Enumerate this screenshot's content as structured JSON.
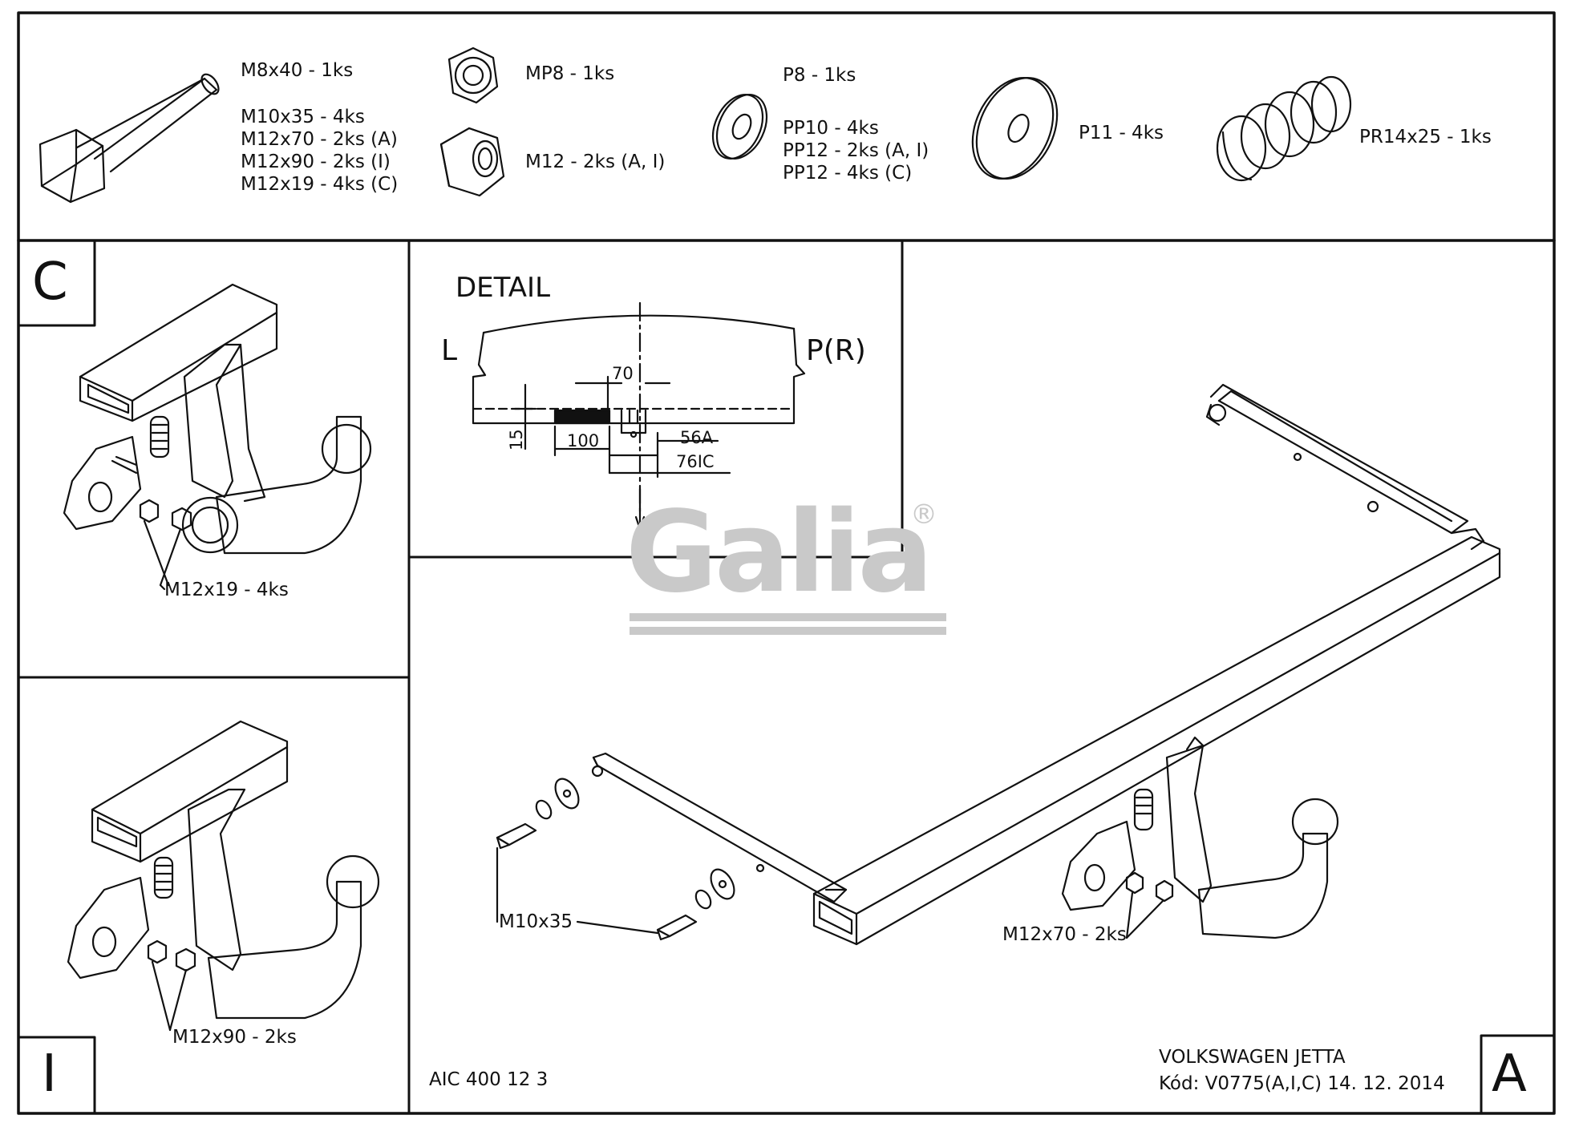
{
  "parts": {
    "bolt": [
      "M8x40 - 1ks",
      "M10x35 - 4ks",
      "M12x70 - 2ks (A)",
      "M12x90 - 2ks (I)",
      "M12x19 - 4ks (C)"
    ],
    "nut_mp8": "MP8 - 1ks",
    "nut_m12": "M12 - 2ks (A, I)",
    "washer_small": [
      "P8 - 1ks",
      "PP10 - 4ks",
      "PP12 - 2ks (A, I)",
      "PP12 - 4ks (C)"
    ],
    "washer_large": "P11 - 4ks",
    "spring": "PR14x25 - 1ks"
  },
  "panels": {
    "c": {
      "letter": "C",
      "callout": "M12x19 - 4ks"
    },
    "i": {
      "letter": "I",
      "callout": "M12x90 - 2ks"
    },
    "a": {
      "letter": "A",
      "callout_bolts": "M10x35",
      "callout_hook": "M12x70 - 2ks"
    }
  },
  "detail": {
    "title": "DETAIL",
    "left": "L",
    "right": "P(R)",
    "dim_70": "70",
    "dim_100": "100",
    "dim_15": "15",
    "dim_56a": "56A",
    "dim_76ic": "76IC"
  },
  "watermark": {
    "text": "Galia",
    "mark": "®",
    "color": "#c9c9c9"
  },
  "footer": {
    "code_left": "AIC 400 12 3",
    "vehicle": "VOLKSWAGEN JETTA",
    "kod": "Kód: V0775(A,I,C)  14. 12. 2014"
  }
}
